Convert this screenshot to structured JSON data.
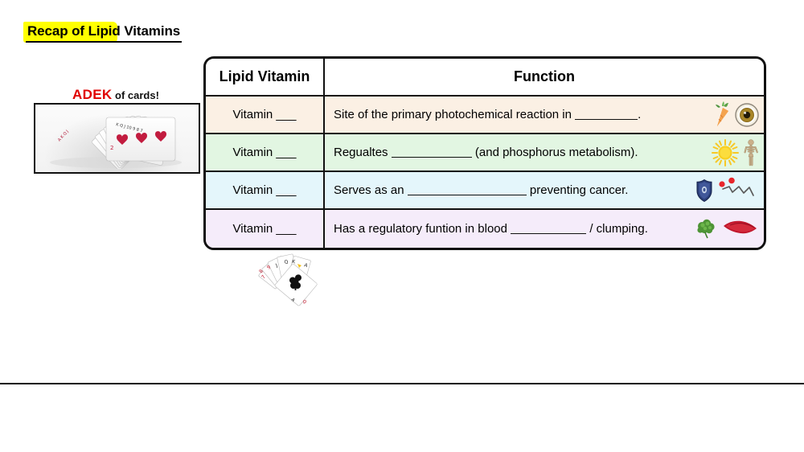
{
  "slide": {
    "title": "Recap of Lipid Vitamins",
    "highlight_color": "#ffff00"
  },
  "mnemonic": {
    "letters": "ADEK",
    "suffix": " of cards!",
    "letters_color": "#e00000",
    "photo_name": "fanned-deck-of-playing-cards-photo"
  },
  "table": {
    "header": {
      "col1": "Lipid Vitamin",
      "col2": "Function"
    },
    "rows": [
      {
        "vitamin": "Vitamin ___",
        "fn_before": "Site of the primary photochemical reaction in",
        "fn_blank_width": 78,
        "fn_after": ".",
        "bg": "#fbf0e4",
        "icons": [
          "carrot-icon",
          "eye-icon"
        ]
      },
      {
        "vitamin": "Vitamin ___",
        "fn_before": "Regualtes",
        "fn_blank_width": 100,
        "fn_after": "(and phosphorus metabolism).",
        "bg": "#e2f6e2",
        "icons": [
          "sun-icon",
          "skeleton-icon"
        ]
      },
      {
        "vitamin": "Vitamin ___",
        "fn_before": "Serves as an",
        "fn_blank_width": 148,
        "fn_after": "preventing cancer.",
        "bg": "#e4f6fb",
        "icons": [
          "shield-icon",
          "free-radical-icon"
        ]
      },
      {
        "vitamin": "Vitamin ___",
        "fn_before": "Has a regulatory funtion in blood",
        "fn_blank_width": 94,
        "fn_after": "/ clumping.",
        "bg": "#f5ecfa",
        "icons": [
          "leafy-greens-icon",
          "red-meat-icon"
        ]
      }
    ]
  },
  "decoration": {
    "card_fan_name": "small-playing-card-fan-image",
    "bottom_rule_name": "horizontal-divider-rule"
  }
}
